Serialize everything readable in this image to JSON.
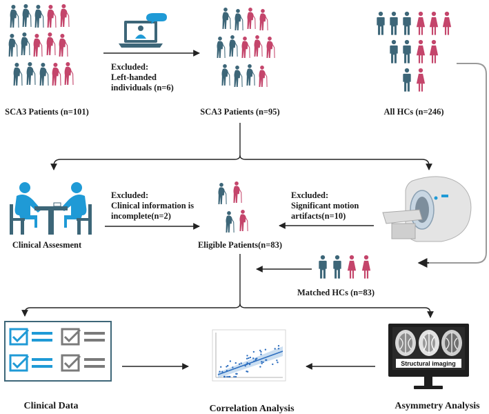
{
  "colors": {
    "male": "#3d6678",
    "female": "#c4456b",
    "arrow": "#222222",
    "check_blue": "#1f9ad6",
    "check_gray": "#7a7a7a",
    "trend": "#2f6fbf"
  },
  "nodes": {
    "sca3_initial": {
      "label": "SCA3 Patients (n=101)"
    },
    "sca3_filtered": {
      "label": "SCA3 Patients (n=95)"
    },
    "all_hcs": {
      "label": "All HCs (n=246)"
    },
    "clinical_assessment": {
      "label": "Clinical Assesment"
    },
    "eligible_patients": {
      "label": "Eligible Patients(n=83)"
    },
    "matched_hcs": {
      "label": "Matched HCs (n=83)"
    },
    "clinical_data": {
      "label": "Clinical Data"
    },
    "correlation_analysis": {
      "label": "Correlation Analysis"
    },
    "asymmetry_analysis": {
      "label": "Asymmetry Analysis"
    }
  },
  "exclusions": {
    "left_handed": {
      "line1": "Excluded:",
      "line2": "Left-handed",
      "line3": "individuals (n=6)"
    },
    "clinical_incomplete": {
      "line1": "Excluded:",
      "line2": "Clinical information is",
      "line3": "incomplete(n=2)"
    },
    "motion_artifacts": {
      "line1": "Excluded:",
      "line2": "Significant motion",
      "line3": "artifacts(n=10)"
    }
  },
  "monitor": {
    "caption": "Structural imaging"
  },
  "icons": {
    "patients_group": "walking-patient-icon",
    "healthy_controls": "person-icon",
    "telemedicine": "laptop-doctor-icon",
    "assessment": "consultation-icon",
    "scanner": "mri-scanner-icon",
    "checklist": "checklist-icon",
    "scatter": "scatter-plot-icon",
    "monitor": "brain-monitor-icon"
  }
}
